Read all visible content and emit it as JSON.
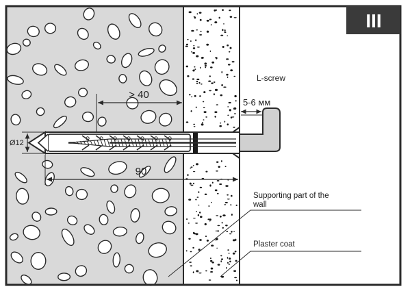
{
  "diagram": {
    "step_label": "III",
    "labels": {
      "l_screw": "L-screw",
      "gap": "5-6 мм",
      "embed_depth": "> 40",
      "length": "90",
      "diameter": "Ø12",
      "supporting_part": "Supporting part of the wall",
      "supporting_part_line1": "Supporting part of the",
      "supporting_part_line2": "wall",
      "plaster_coat": "Plaster coat"
    }
  },
  "colors": {
    "outline": "#2a2a2a",
    "concrete_fill": "#d9d9d9",
    "stone_fill": "#ffffff",
    "badge_fill": "#3a3a3a",
    "badge_text": "#ffffff",
    "screw_head_fill": "#d0d0d0",
    "dot_fill": "#1a1a1a"
  }
}
